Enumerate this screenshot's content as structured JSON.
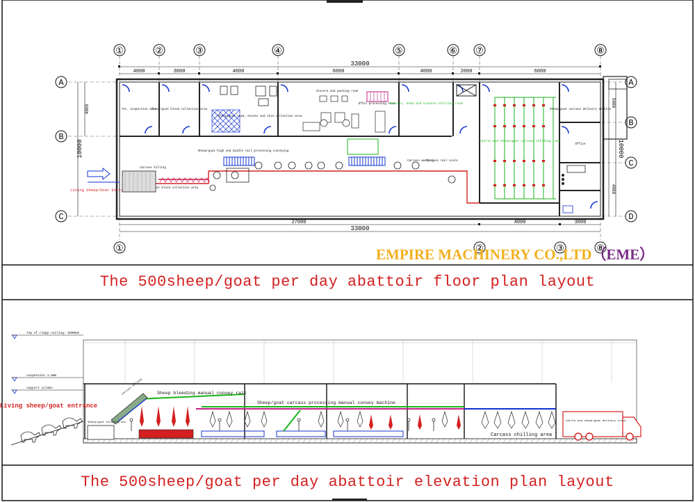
{
  "colors": {
    "line": "#111111",
    "wall": "#333333",
    "door": "#1030d0",
    "red": "#d42020",
    "green": "#19b319",
    "magenta": "#c02080",
    "brand": "#f2b01e",
    "brand_abbr": "#7a2a86"
  },
  "floor": {
    "column_labels": [
      "①",
      "②",
      "③",
      "④",
      "⑤",
      "⑥",
      "⑦",
      "⑧"
    ],
    "bottom_column_labels": [
      "①",
      "②",
      "③",
      "⑧"
    ],
    "row_labels": [
      "A",
      "B",
      "C",
      "D"
    ],
    "left_row_labels": [
      "A",
      "B",
      "C"
    ],
    "total_width_dim": "33000",
    "bottom_total_dim": "33000",
    "top_dims": [
      "4000",
      "3000",
      "4000",
      "6000",
      "4000",
      "2000",
      "6000"
    ],
    "bottom_dims": [
      "27000",
      "4000",
      "3000"
    ],
    "left_dim": "10000",
    "left_sub_dims": [
      "4000"
    ],
    "right_dims": [
      "5000",
      "10000",
      "4000"
    ],
    "rooms": {
      "inspection": "Tec. inspection area",
      "blood_collection": "Sheep/goat blood collection area",
      "head_hooves": "Sheep/goat head, hooves and skin collection area",
      "packing": "Viscera and packing room",
      "offal": "Offal processing room",
      "chilling": "Carcass, head and viscera chilling room",
      "carcass_chilling": "Cattle and sheep/goat carcass chilling room",
      "delivery": "Sheep/goat carcass delivery station",
      "office": "Office"
    },
    "labels": {
      "entrance": "Living Sheep/Goat Entrance",
      "stunning": "Carcass killing",
      "blood_zone": "Sheep/goat blood collection area",
      "processing_line": "Sheep/goat high and middle rail processing conveying",
      "carcass_scale": "Carcass rail scale",
      "washing": "Carcass washing"
    }
  },
  "brand": {
    "name": "EMPIRE MACHINERY CO.,LTD",
    "abbr": "（EME）"
  },
  "captions": {
    "floor": "The 500sheep/goat per day abattoir floor plan layout",
    "elevation": "The 500sheep/goat per day abattoir elevation plan layout"
  },
  "elevation": {
    "level_labels": [
      "Top of ridge ceiling: 6000mm",
      "suspension 1.8mm",
      "support column"
    ],
    "entrance": "Living sheep/goat entrance",
    "bleeding_rail": "Sheep bleeding manual convey rail",
    "processing_rail": "Sheep/goat carcass processing manual convey machine",
    "chilling": "Carcass chilling area",
    "truck": "Cattle and sheep/goat delivery truck",
    "stun": "Carcass killing",
    "pen": "Sheep/goat stunning box"
  }
}
